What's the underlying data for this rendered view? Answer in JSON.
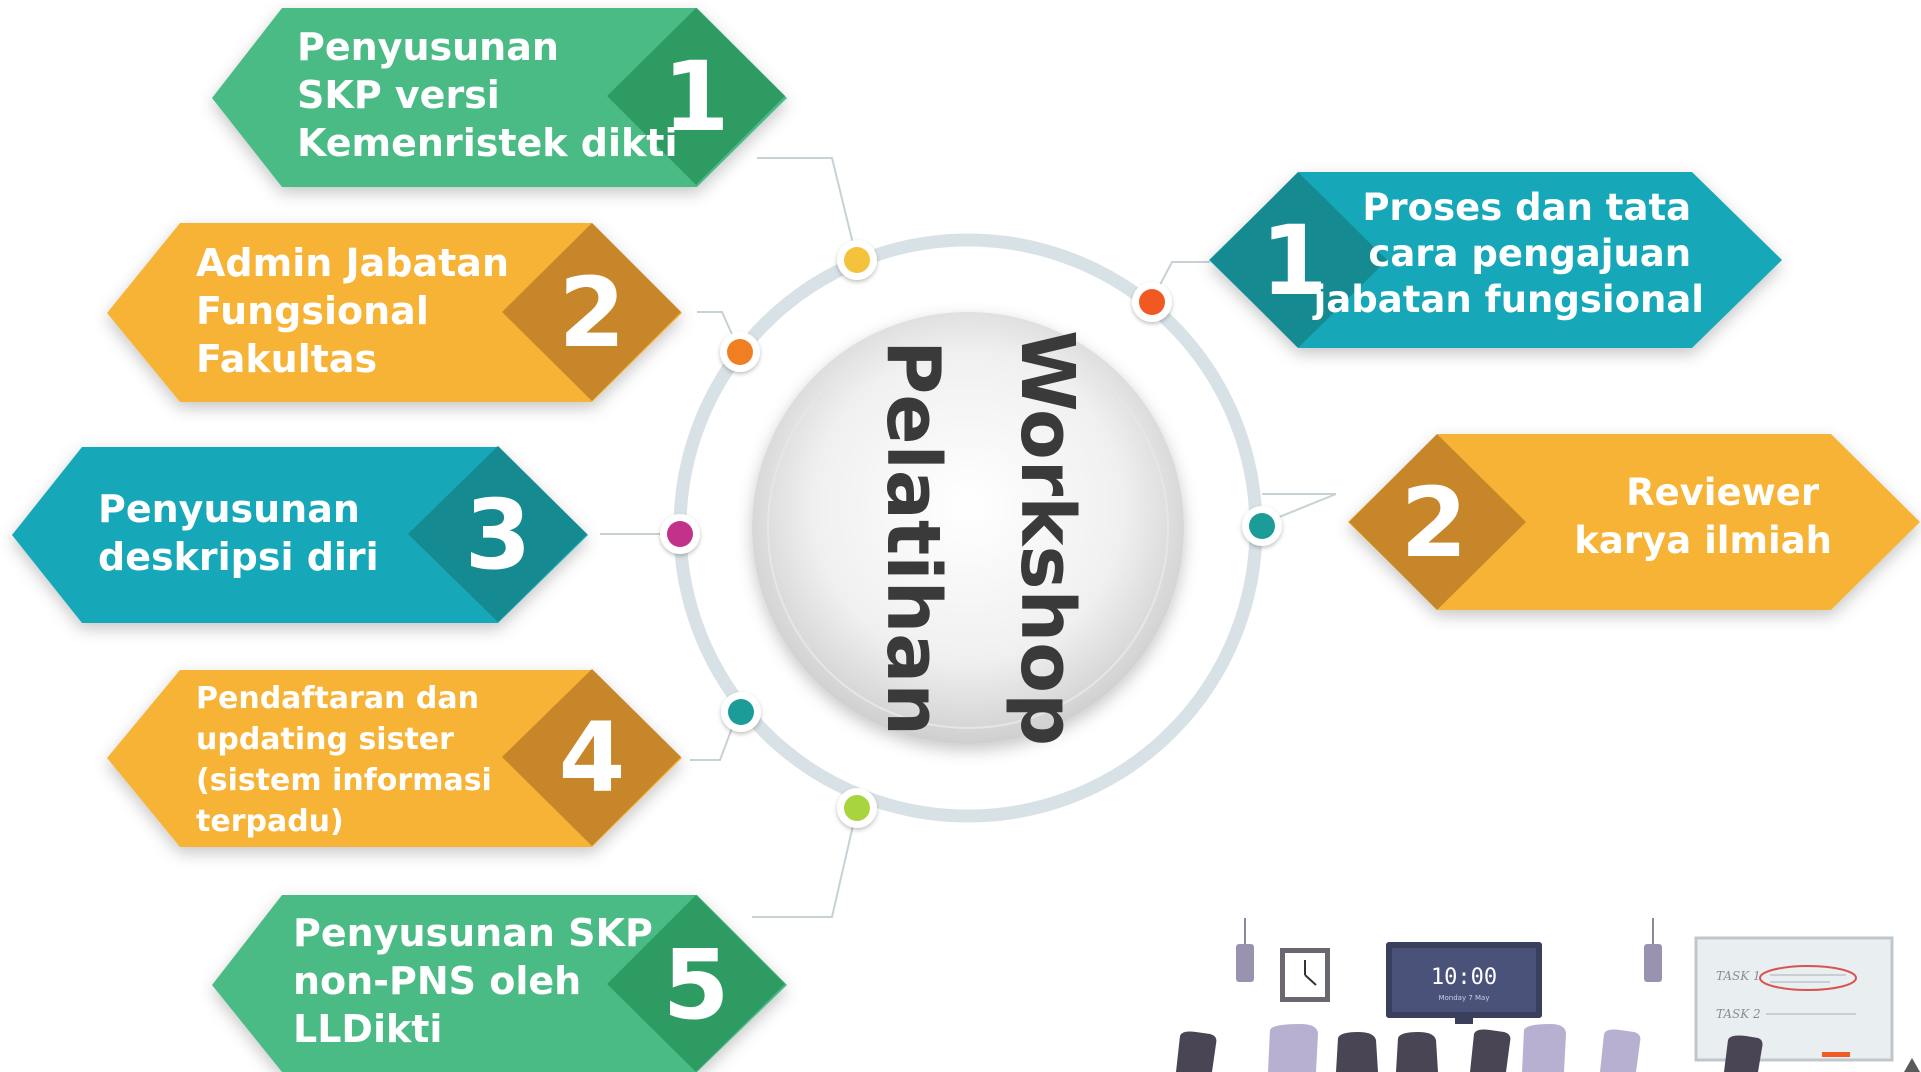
{
  "center": {
    "line1": "Workshop",
    "line2": "Pelatihan"
  },
  "pelatihan_items": [
    {
      "number": "1",
      "lines": [
        "Penyusunan",
        "SKP versi",
        "Kemenristek dikti"
      ]
    },
    {
      "number": "2",
      "lines": [
        "Admin Jabatan",
        "Fungsional",
        "Fakultas"
      ]
    },
    {
      "number": "3",
      "lines": [
        "Penyusunan",
        "deskripsi diri"
      ]
    },
    {
      "number": "4",
      "lines": [
        "Pendaftaran dan",
        "updating sister",
        "(sistem informasi",
        "terpadu)"
      ]
    },
    {
      "number": "5",
      "lines": [
        "Penyusunan SKP",
        "non-PNS oleh",
        "LLDikti"
      ]
    }
  ],
  "workshop_items": [
    {
      "number": "1",
      "lines": [
        "Proses dan tata",
        "cara pengajuan",
        "jabatan fungsional"
      ]
    },
    {
      "number": "2",
      "lines": [
        "Reviewer",
        "karya ilmiah"
      ]
    }
  ],
  "illustration": {
    "clock_time": "10:00",
    "clock_date": "Monday 7 May",
    "task1_label": "TASK 1",
    "task2_label": "TASK 2"
  },
  "colors": {
    "green": "#4cbb85",
    "green_dark": "#2e9b63",
    "orange": "#f7b334",
    "orange_dark": "#c8862a",
    "teal": "#17a8b8",
    "teal_dark": "#158a91",
    "ring": "#d8e2e6",
    "dot_yellow": "#f4c23a",
    "dot_orange": "#f07f24",
    "dot_magenta": "#c2338a",
    "dot_teal": "#1b9c98",
    "dot_lime": "#a8d43c",
    "dot_red": "#f05a24"
  }
}
